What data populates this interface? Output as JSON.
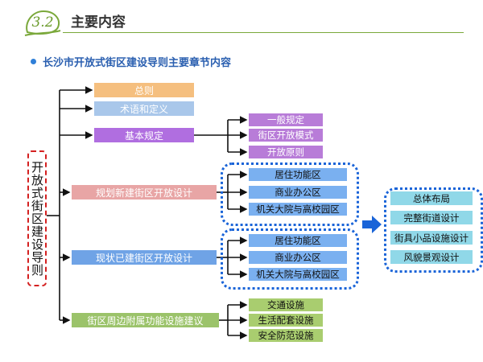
{
  "header": {
    "section_number": "3.2",
    "title": "主要内容"
  },
  "subtitle": "长沙市开放式街区建设导则主要章节内容",
  "root_label": "开放式街区建设导则",
  "chapters": [
    {
      "label": "总则"
    },
    {
      "label": "术语和定义"
    },
    {
      "label": "基本规定",
      "children": [
        "一般规定",
        "街区开放模式",
        "开放原则"
      ]
    },
    {
      "label": "规划新建街区开放设计",
      "children": [
        "居住功能区",
        "商业办公区",
        "机关大院与高校园区"
      ]
    },
    {
      "label": "现状已建街区开放设计",
      "children": [
        "居住功能区",
        "商业办公区",
        "机关大院与高校园区"
      ]
    },
    {
      "label": "街区周边附属功能设施建议",
      "children": [
        "交通设施",
        "生活配套设施",
        "安全防范设施"
      ]
    }
  ],
  "design_elements": [
    "总体布局",
    "完整街道设计",
    "街具小品设施设计",
    "风貌景观设计"
  ],
  "colors": {
    "accent_green": "#7aa83a",
    "accent_blue": "#1a64d8",
    "root_border": "#d42020"
  },
  "icons": {
    "flow_arrow": "right-arrow-icon"
  }
}
